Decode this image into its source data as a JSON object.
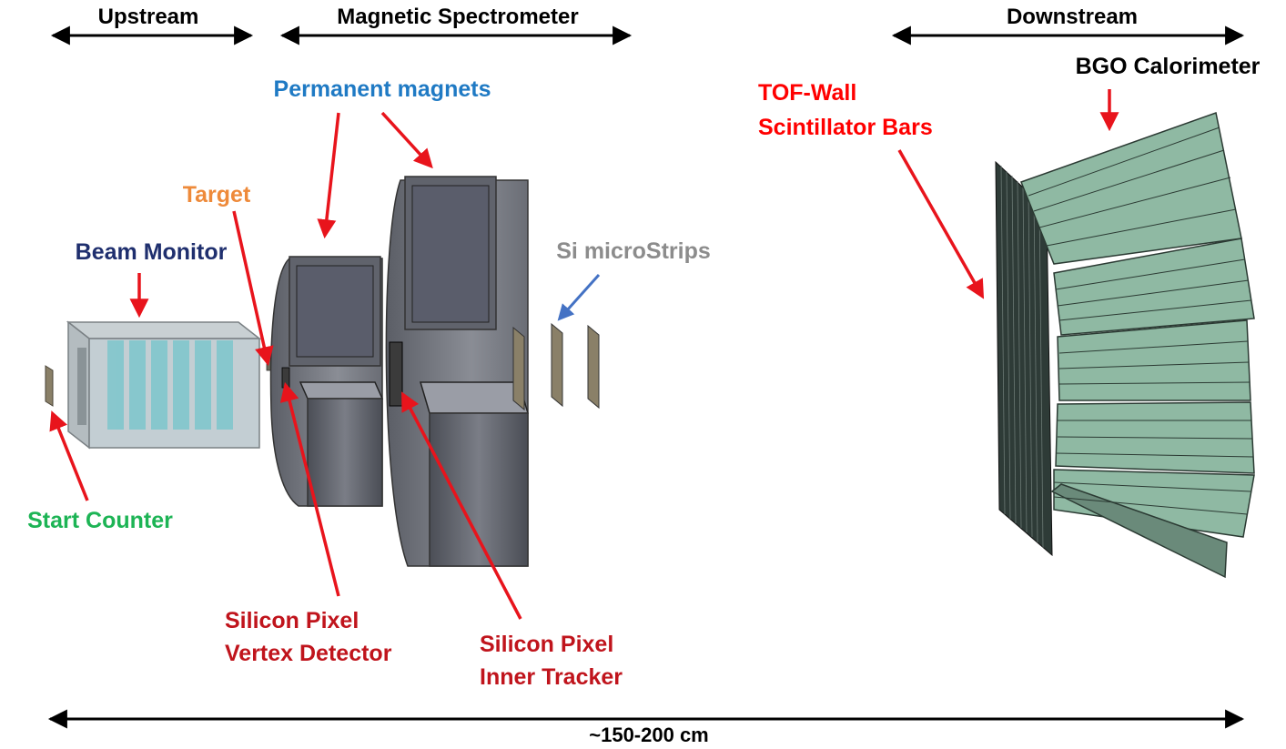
{
  "sections": {
    "upstream": "Upstream",
    "magnetic_spectrometer": "Magnetic Spectrometer",
    "downstream": "Downstream"
  },
  "labels": {
    "permanent_magnets": "Permanent magnets",
    "target": "Target",
    "beam_monitor": "Beam Monitor",
    "si_microstrips": "Si microStrips",
    "start_counter": "Start Counter",
    "vertex_detector_line1": "Silicon Pixel",
    "vertex_detector_line2": "Vertex Detector",
    "inner_tracker_line1": "Silicon Pixel",
    "inner_tracker_line2": "Inner Tracker",
    "tof_wall_line1": "TOF-Wall",
    "tof_wall_line2": "Scintillator Bars",
    "bgo_calorimeter": "BGO Calorimeter"
  },
  "scale_label": "~150-200 cm",
  "colors": {
    "pointer_red": "#e8141c",
    "pointer_blue": "#4472c4",
    "label_blue": "#1f7ac4",
    "label_orange": "#ee8a3a",
    "label_navy": "#1f2f6e",
    "label_grey": "#8c8c8c",
    "label_green": "#1db455",
    "label_darkred": "#c0141c",
    "label_red": "#ff0000",
    "magnet_grey": "#5b5e66",
    "calorimeter_green": "#8fb9a3"
  }
}
